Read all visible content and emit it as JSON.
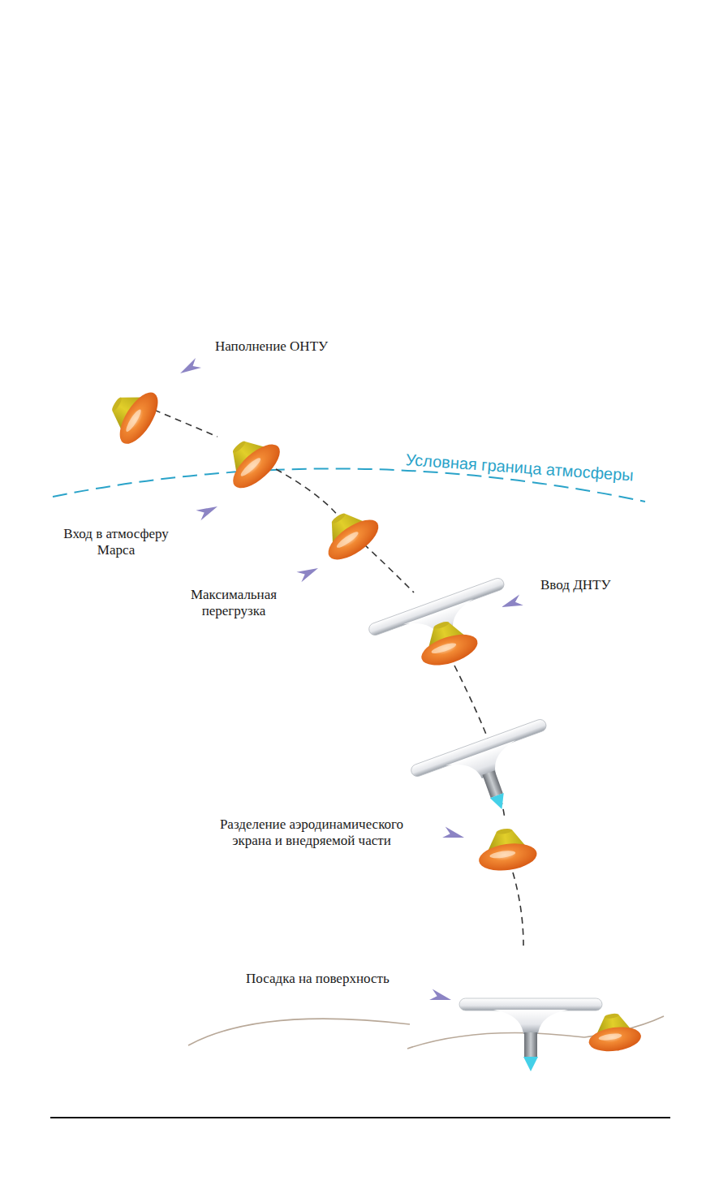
{
  "diagram": {
    "labels": [
      "Наполнение ОНТУ",
      "Условная граница атмосферы",
      "Вход в атмосферу Марса",
      "Максимальная перегрузка",
      "Ввод ДНТУ",
      "Разделение аэродинамического экрана и внедряемой части",
      "Посадка на поверхность"
    ]
  }
}
